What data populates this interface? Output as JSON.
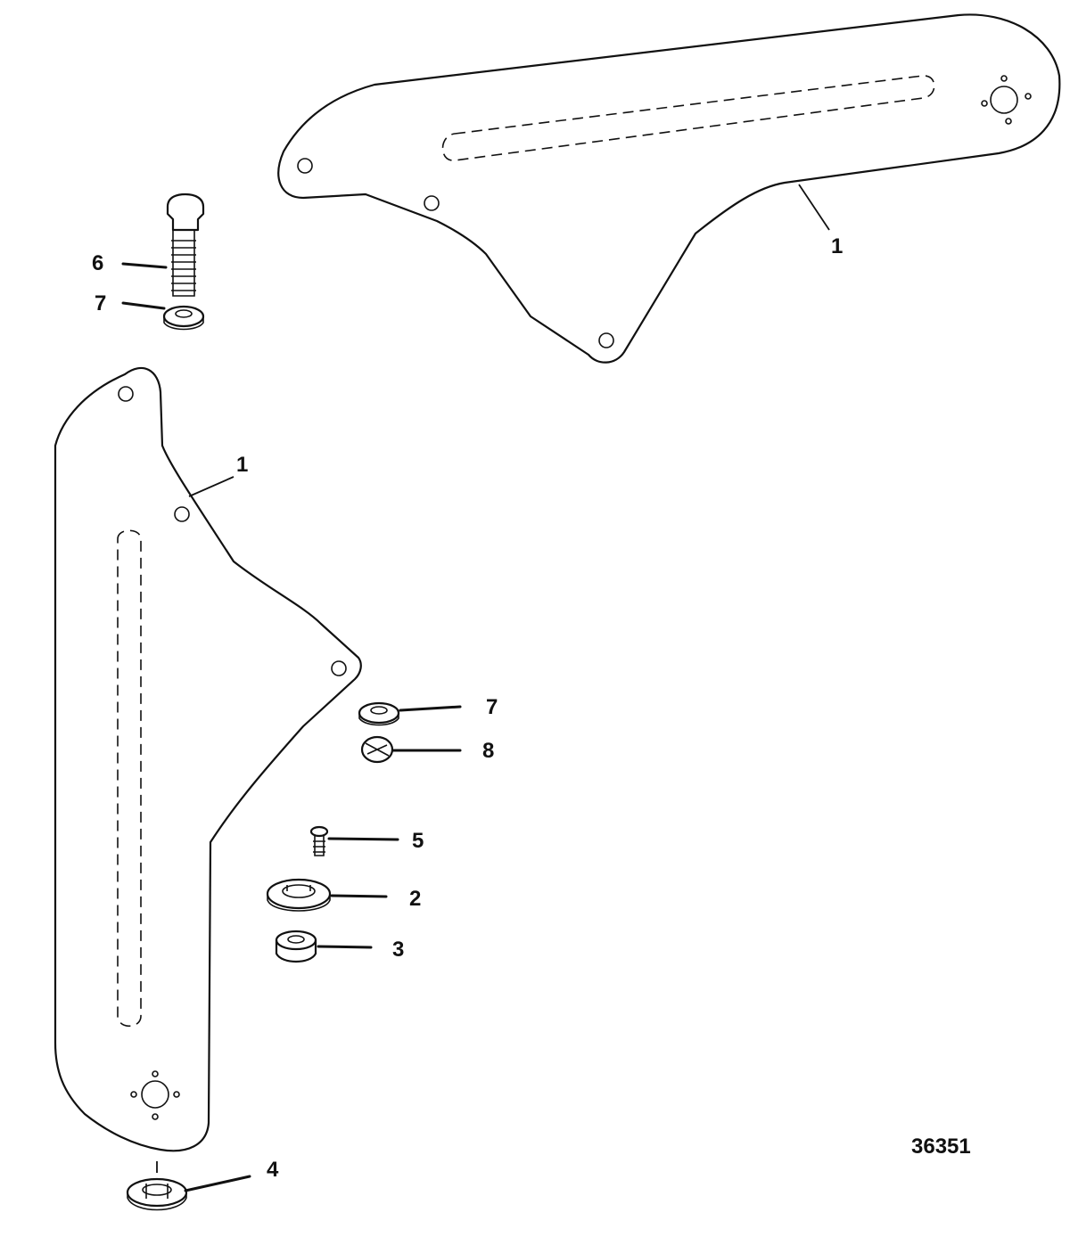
{
  "callouts": {
    "c1_upper": "1",
    "c1_lower": "1",
    "c2": "2",
    "c3": "3",
    "c4": "4",
    "c5": "5",
    "c6": "6",
    "c7_upper": "7",
    "c7_lower": "7",
    "c8": "8"
  },
  "figure_number": "36351"
}
